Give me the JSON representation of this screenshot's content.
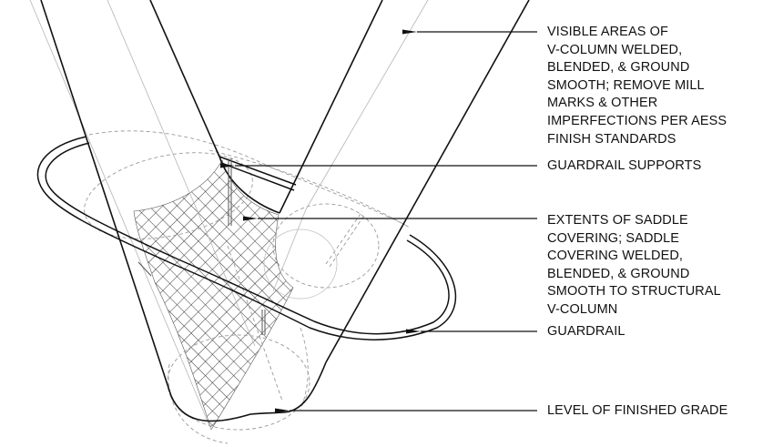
{
  "diagram": {
    "type": "technical-drawing",
    "subject": "V-column with saddle covering and guardrail at grade",
    "colors": {
      "line": "#111111",
      "hidden_line": "#9a9a9a",
      "centerline": "#b5b5b5",
      "hatch": "#222222",
      "background": "#ffffff"
    }
  },
  "callouts": [
    {
      "id": "visible-areas",
      "lines": [
        "VISIBLE AREAS OF",
        "V-COLUMN WELDED,",
        "BLENDED, & GROUND",
        "SMOOTH; REMOVE MILL",
        "MARKS & OTHER",
        "IMPERFECTIONS PER AESS",
        "FINISH STANDARDS"
      ]
    },
    {
      "id": "guardrail-supports",
      "lines": [
        "GUARDRAIL SUPPORTS"
      ]
    },
    {
      "id": "saddle-covering",
      "lines": [
        "EXTENTS OF SADDLE",
        "COVERING; SADDLE",
        "COVERING WELDED,",
        "BLENDED, & GROUND",
        "SMOOTH TO STRUCTURAL",
        "V-COLUMN"
      ]
    },
    {
      "id": "guardrail",
      "lines": [
        "GUARDRAIL"
      ]
    },
    {
      "id": "finished-grade",
      "lines": [
        "LEVEL OF FINISHED GRADE"
      ]
    }
  ]
}
